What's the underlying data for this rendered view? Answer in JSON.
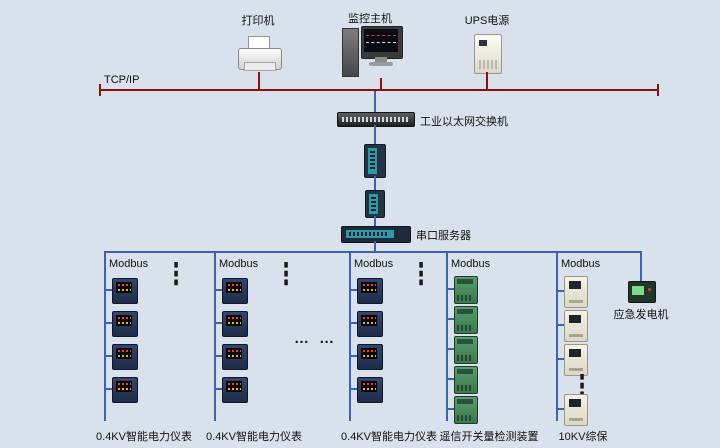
{
  "canvas": {
    "background": "#d9e2ec"
  },
  "colors": {
    "tcp_line": "#8b1111",
    "modbus_line": "#3f62ae"
  },
  "top_devices": {
    "printer_label": "打印机",
    "host_label": "监控主机",
    "ups_label": "UPS电源"
  },
  "network": {
    "tcp_label": "TCP/IP",
    "switch_label": "工业以太网交换机",
    "serial_server_label": "串口服务器"
  },
  "branches": [
    {
      "bus_label": "Modbus",
      "device_label": "0.4KV智能电力仪表"
    },
    {
      "bus_label": "Modbus",
      "device_label": "0.4KV智能电力仪表"
    },
    {
      "bus_label": "Modbus",
      "device_label": "0.4KV智能电力仪表"
    },
    {
      "bus_label": "Modbus",
      "device_label": "遥信开关量检测装置"
    },
    {
      "bus_label": "Modbus",
      "device_label": "10KV综保"
    }
  ],
  "generator": {
    "label": "应急发电机"
  },
  "ellipsis": {
    "horizontal": "… …",
    "vertical": "⋮"
  }
}
